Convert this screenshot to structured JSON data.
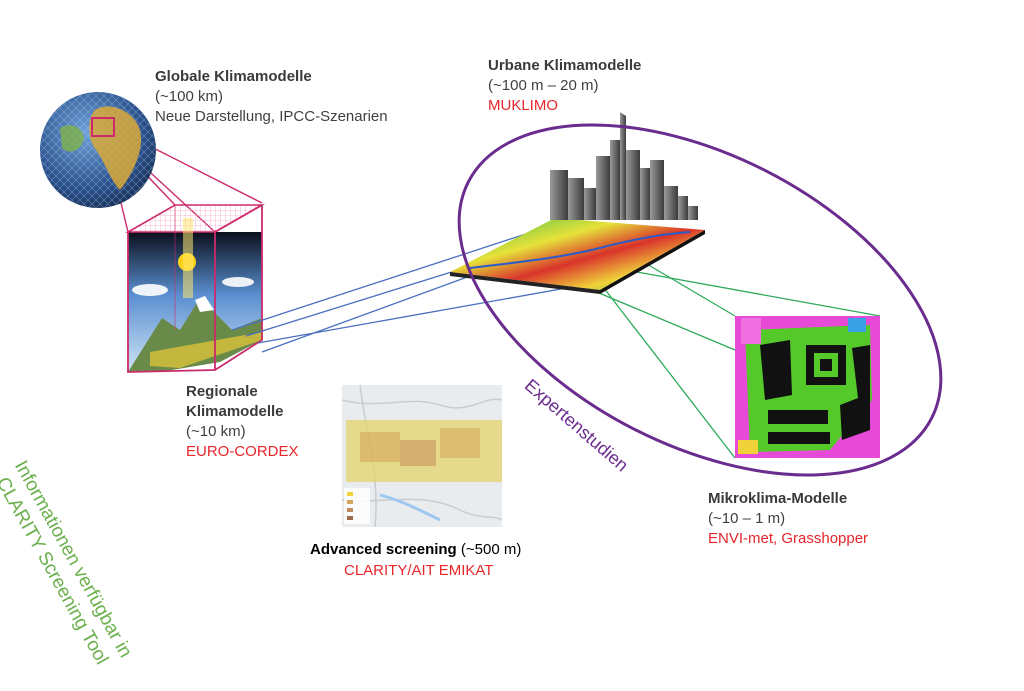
{
  "global": {
    "title": "Globale Klimamodelle",
    "res": "(~100 km)",
    "desc": "Neue Darstellung, IPCC-Szenarien"
  },
  "urban": {
    "title": "Urbane Klimamodelle",
    "res": "(~100 m – 20 m)",
    "model": "MUKLIMO"
  },
  "regional": {
    "title1": "Regionale",
    "title2": "Klimamodelle",
    "res": "(~10 km)",
    "model": "EURO-CORDEX"
  },
  "advanced": {
    "title": "Advanced screening",
    "res": " (~500 m)",
    "model": "CLARITY/AIT EMIKAT"
  },
  "micro": {
    "title": "Mikroklima-Modelle",
    "res": "(~10 – 1 m)",
    "model": "ENVI-met, Grasshopper"
  },
  "clarity_note": "Informationen verfügbar in CLARITY Screening Tool",
  "expert_note": "Expertenstudien",
  "colors": {
    "magenta": "#cc2a6c",
    "purple": "#6a2c8e",
    "blue": "#4a6fc0",
    "green": "#2eaa5a",
    "red": "#e8262b"
  }
}
